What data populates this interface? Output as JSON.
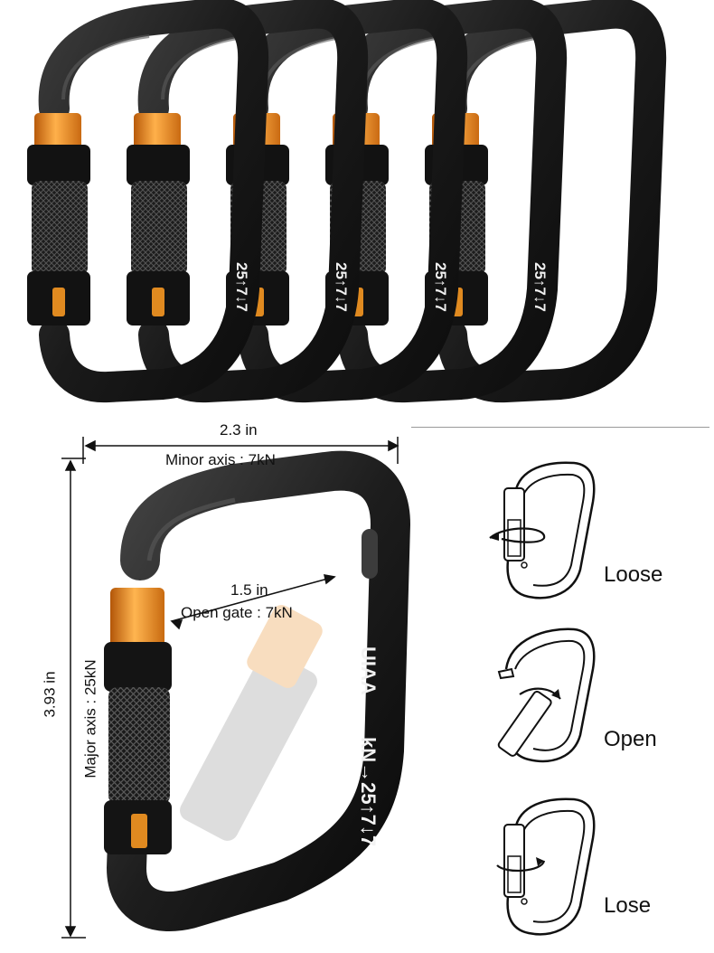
{
  "dimensions": {
    "width_label": "2.3 in",
    "minor_axis_label": "Minor axis : 7kN",
    "height_label": "3.93 in",
    "major_axis_label": "Major axis : 25kN",
    "gate_label": "1.5 in",
    "open_gate_label": "Open gate : 7kN"
  },
  "engraving": {
    "brand": "UIAA",
    "rating": "kN→25↑7↓7",
    "small_rating": "25↑7↓7"
  },
  "steps": [
    {
      "label": "Loose",
      "icon": "carabiner-loose-icon"
    },
    {
      "label": "Open",
      "icon": "carabiner-open-icon"
    },
    {
      "label": "Lose",
      "icon": "carabiner-lock-icon"
    }
  ],
  "colors": {
    "body": "#1b1b1b",
    "sleeve_orange": "#e8891e",
    "knurl": "#2a2a2a"
  },
  "product_count": 5
}
